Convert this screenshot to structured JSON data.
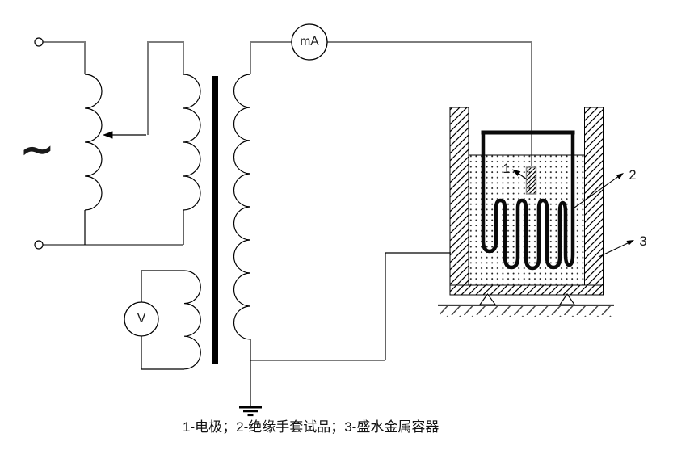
{
  "figure": {
    "type": "test-circuit-diagram",
    "caption": "1-电极；2-绝缘手套试品；3-盛水金属容器",
    "ac_source_symbol": "∼",
    "milliammeter_label": "mA",
    "voltmeter_label": "V",
    "callouts": [
      {
        "num": "1",
        "meaning": "电极"
      },
      {
        "num": "2",
        "meaning": "绝缘手套试品"
      },
      {
        "num": "3",
        "meaning": "盛水金属容器"
      }
    ],
    "colors": {
      "wire": "#7d7d7d",
      "ink": "#000000",
      "background": "#ffffff"
    }
  }
}
